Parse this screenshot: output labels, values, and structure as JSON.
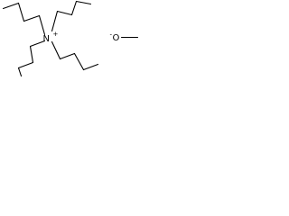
{
  "structure": {
    "cation": {
      "center_atom": "N",
      "center_charge": "+",
      "arms": [
        {
          "name": "upper-left-butyl",
          "carbons": 4
        },
        {
          "name": "upper-right-butyl",
          "carbons": 4
        },
        {
          "name": "lower-left-butyl",
          "carbons": 4
        },
        {
          "name": "lower-right-butyl",
          "carbons": 4
        }
      ]
    },
    "anion": {
      "charge": "-",
      "atom": "O",
      "substituent": "methyl"
    }
  }
}
